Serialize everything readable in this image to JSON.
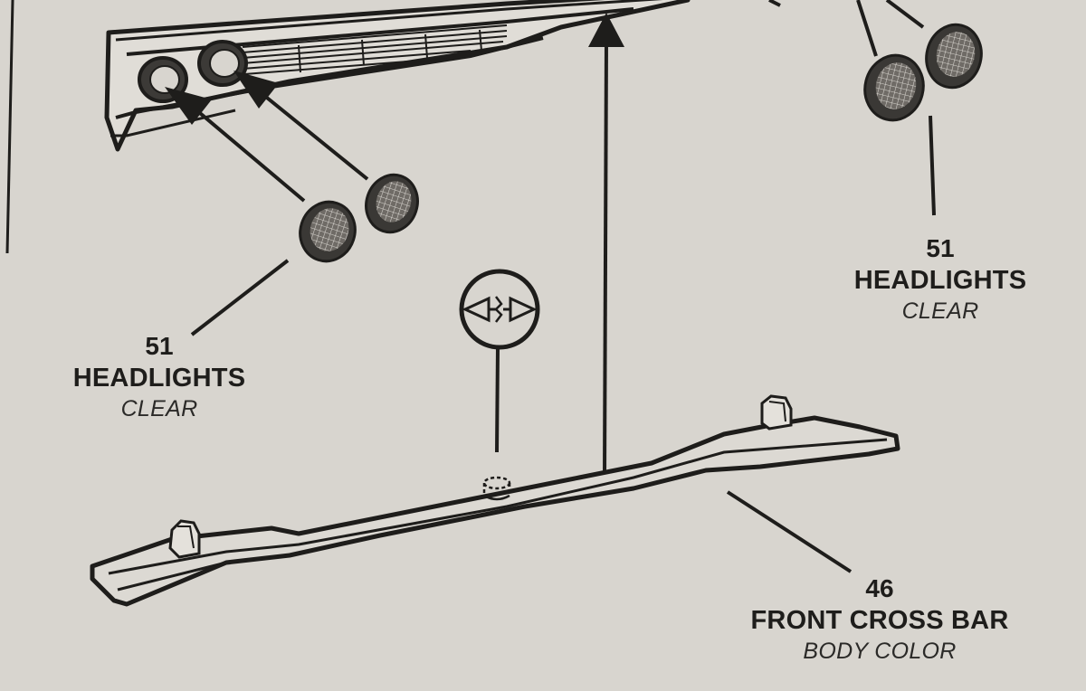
{
  "callouts": {
    "headlights_left": {
      "number": "51",
      "name": "HEADLIGHTS",
      "finish": "CLEAR"
    },
    "headlights_right": {
      "number": "51",
      "name": "HEADLIGHTS",
      "finish": "CLEAR"
    },
    "front_cross_bar": {
      "number": "46",
      "name": "FRONT CROSS BAR",
      "finish": "BODY COLOR"
    }
  },
  "colors": {
    "paper": "#d8d5cf",
    "ink": "#1e1d1b",
    "lens_fill": "#6f6b66"
  },
  "icons": {
    "glue_symbol": "glue-join-icon"
  }
}
